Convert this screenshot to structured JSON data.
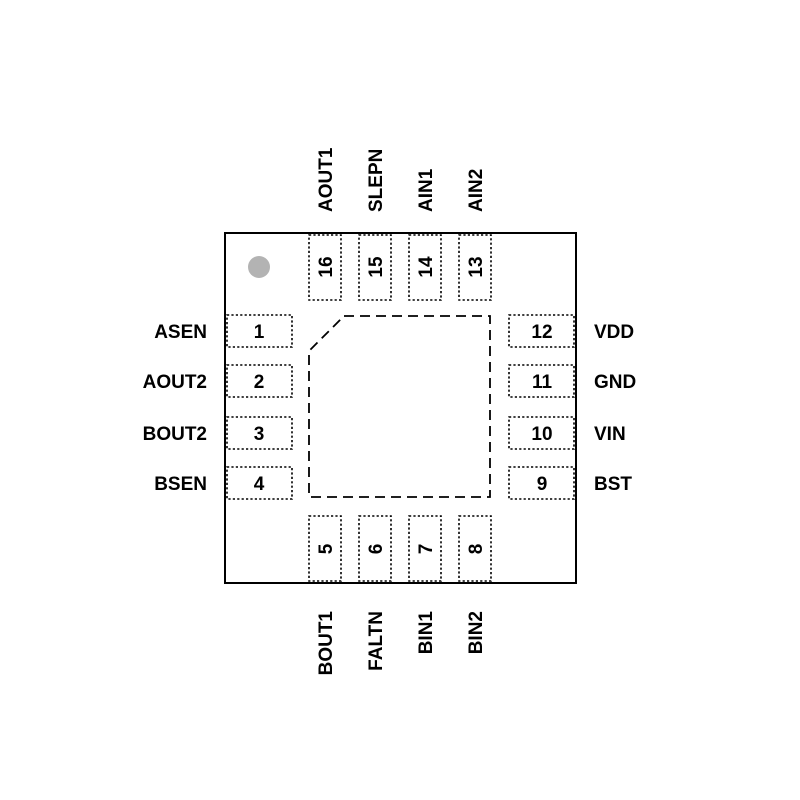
{
  "colors": {
    "outline": "#000000",
    "pin1_marker": "#b3b3b3",
    "background": "#ffffff"
  },
  "package": {
    "pin1_marker_icon": "pin1-dot-icon",
    "pins": [
      {
        "num": "1",
        "name": "ASEN"
      },
      {
        "num": "2",
        "name": "AOUT2"
      },
      {
        "num": "3",
        "name": "BOUT2"
      },
      {
        "num": "4",
        "name": "BSEN"
      },
      {
        "num": "5",
        "name": "BOUT1"
      },
      {
        "num": "6",
        "name": "FALTN"
      },
      {
        "num": "7",
        "name": "BIN1"
      },
      {
        "num": "8",
        "name": "BIN2"
      },
      {
        "num": "9",
        "name": "BST"
      },
      {
        "num": "10",
        "name": "VIN"
      },
      {
        "num": "11",
        "name": "GND"
      },
      {
        "num": "12",
        "name": "VDD"
      },
      {
        "num": "13",
        "name": "AIN2"
      },
      {
        "num": "14",
        "name": "AIN1"
      },
      {
        "num": "15",
        "name": "SLEPN"
      },
      {
        "num": "16",
        "name": "AOUT1"
      }
    ]
  }
}
